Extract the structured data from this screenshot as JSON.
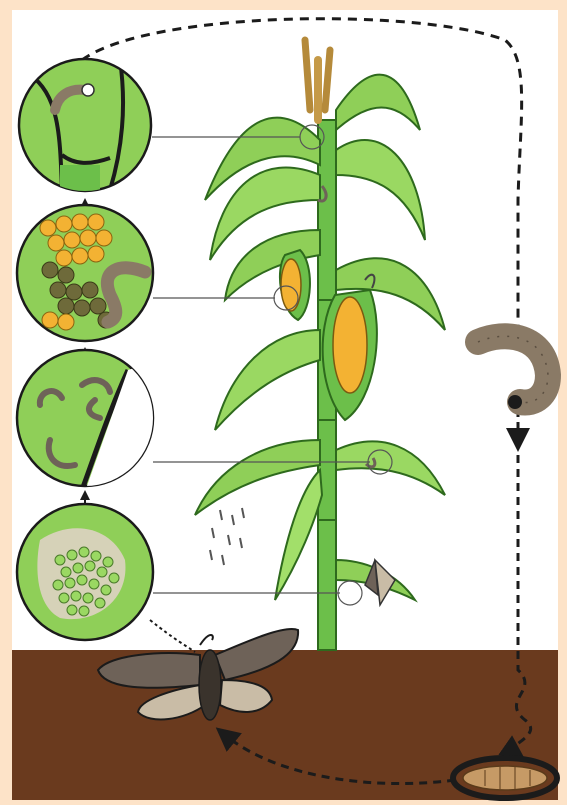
{
  "diagram": {
    "subject": "corn-pest-life-cycle",
    "stages": [
      {
        "id": "eggs",
        "icon": "egg-cluster-icon"
      },
      {
        "id": "young-larvae",
        "icon": "larvae-icon"
      },
      {
        "id": "larva-in-ear",
        "icon": "larva-feeding-icon"
      },
      {
        "id": "larva-boring-stalk",
        "icon": "larva-tunnel-icon"
      },
      {
        "id": "mature-larva",
        "icon": "caterpillar-icon"
      },
      {
        "id": "pupa",
        "icon": "pupa-icon"
      },
      {
        "id": "adult-moth",
        "icon": "moth-icon"
      }
    ]
  },
  "colors": {
    "page_border": "#fde3c8",
    "background": "#ffffff",
    "soil": "#6a3a1e",
    "leaf": "#8fcf58",
    "leaf_dark": "#5a9e2e",
    "kernel": "#f3b233",
    "moth_wing": "#6e6258",
    "moth_wing_light": "#c9bca6",
    "larva": "#8a7a66",
    "pupa": "#c69a66",
    "dash": "#1b1b1b"
  }
}
